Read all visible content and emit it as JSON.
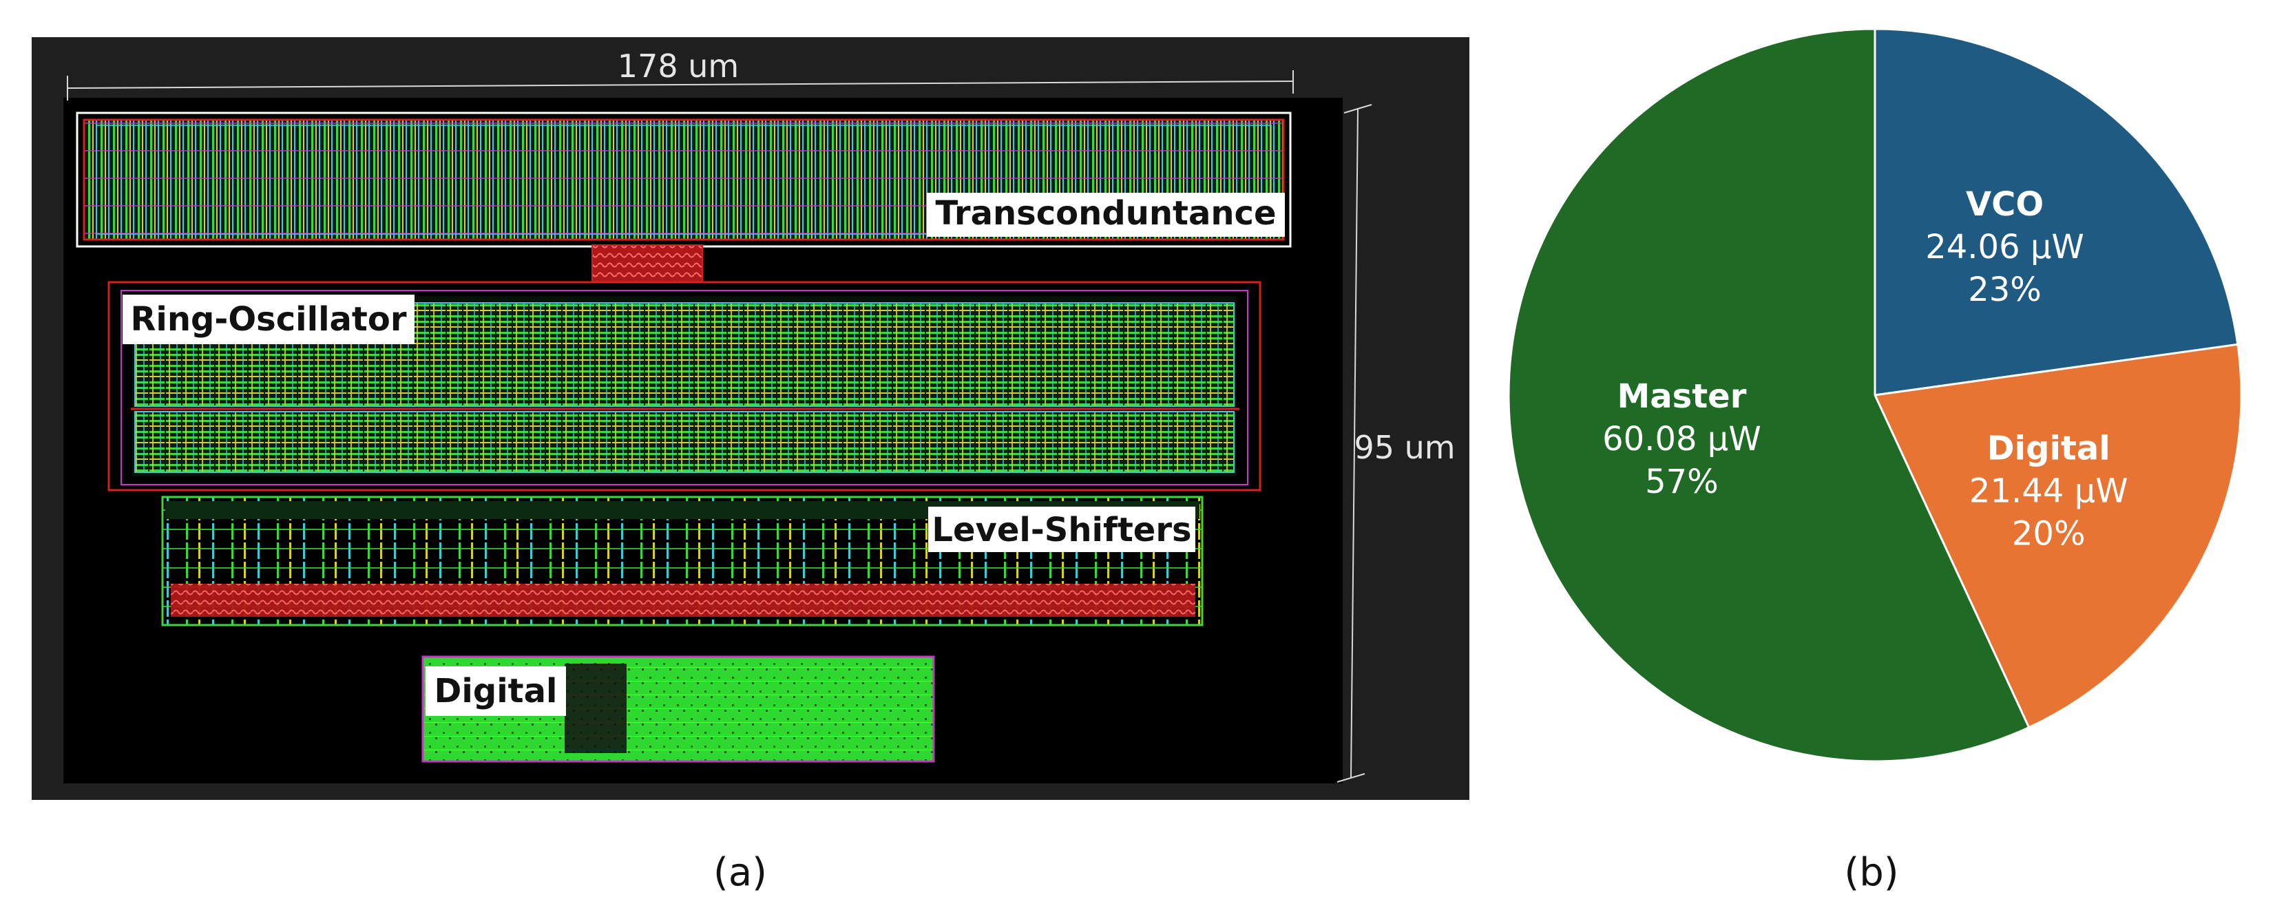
{
  "layout_panel": {
    "width_label": "178 um",
    "height_label": "95 um",
    "blocks": {
      "transconductance": "Transconduntance",
      "ring_oscillator": "Ring-Oscillator",
      "level_shifters": "Level-Shifters",
      "digital": "Digital"
    },
    "caption": "(a)"
  },
  "chart_data": {
    "type": "pie",
    "unit": "µW",
    "slices": [
      {
        "name": "VCO",
        "value": 24.06,
        "value_label": "24.06 µW",
        "percent_label": "23%",
        "color": "#1f5a82"
      },
      {
        "name": "Digital",
        "value": 21.44,
        "value_label": "21.44 µW",
        "percent_label": "20%",
        "color": "#e87434"
      },
      {
        "name": "Master",
        "value": 60.08,
        "value_label": "60.08 µW",
        "percent_label": "57%",
        "color": "#1f6b25"
      }
    ],
    "start_angle_deg": 0,
    "direction": "clockwise",
    "caption": "(b)"
  },
  "colors": {
    "layout_background": "#000000",
    "frame_background": "#1f1f1f",
    "metal_green": "#3ed63e",
    "metal_yellow": "#d8d02a",
    "metal_cyan": "#3fc9d4",
    "metal_red": "#d42020",
    "metal_magenta": "#c23ac4"
  }
}
